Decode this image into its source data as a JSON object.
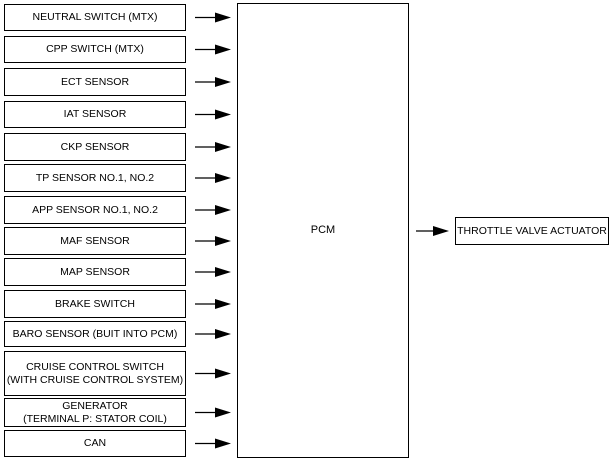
{
  "inputs": [
    {
      "label": "NEUTRAL SWITCH (MTX)"
    },
    {
      "label": "CPP SWITCH (MTX)"
    },
    {
      "label": "ECT SENSOR"
    },
    {
      "label": "IAT SENSOR"
    },
    {
      "label": "CKP SENSOR"
    },
    {
      "label": "TP SENSOR NO.1, NO.2"
    },
    {
      "label": "APP SENSOR NO.1, NO.2"
    },
    {
      "label": "MAF SENSOR"
    },
    {
      "label": "MAP SENSOR"
    },
    {
      "label": "BRAKE SWITCH"
    },
    {
      "label": "BARO SENSOR (BUIT INTO PCM)"
    },
    {
      "label": "CRUISE CONTROL SWITCH\n(WITH CRUISE CONTROL SYSTEM)"
    },
    {
      "label": "GENERATOR\n(TERMINAL P: STATOR COIL)"
    },
    {
      "label": "CAN"
    }
  ],
  "controller": {
    "label": "PCM"
  },
  "output": {
    "label": "THROTTLE VALVE ACTUATOR"
  }
}
